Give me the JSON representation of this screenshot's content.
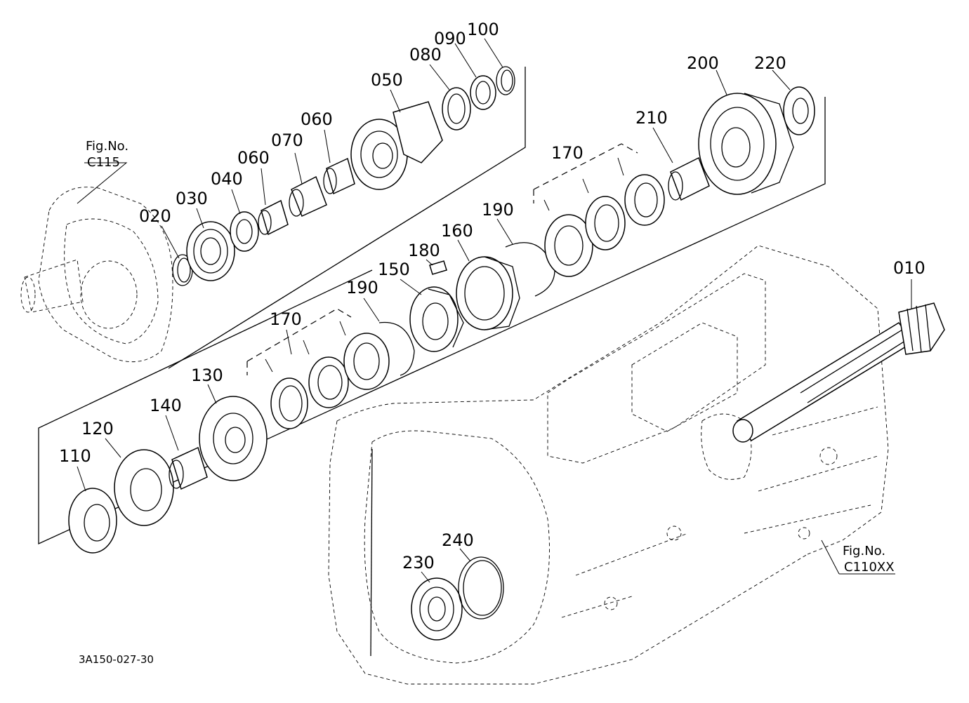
{
  "labels": {
    "p010": "010",
    "p020": "020",
    "p030": "030",
    "p040": "040",
    "p050": "050",
    "p060a": "060",
    "p060b": "060",
    "p070": "070",
    "p080": "080",
    "p090": "090",
    "p100": "100",
    "p110": "110",
    "p120": "120",
    "p130": "130",
    "p140": "140",
    "p150": "150",
    "p160": "160",
    "p170a": "170",
    "p170b": "170",
    "p180": "180",
    "p190a": "190",
    "p190b": "190",
    "p200": "200",
    "p210": "210",
    "p220": "220",
    "p230": "230",
    "p240": "240"
  },
  "references": {
    "fig_left_title": "Fig.No.",
    "fig_left_code": "C115",
    "fig_right_title": "Fig.No.",
    "fig_right_code": "C110XX"
  },
  "drawing_code": "3A150-027-30"
}
